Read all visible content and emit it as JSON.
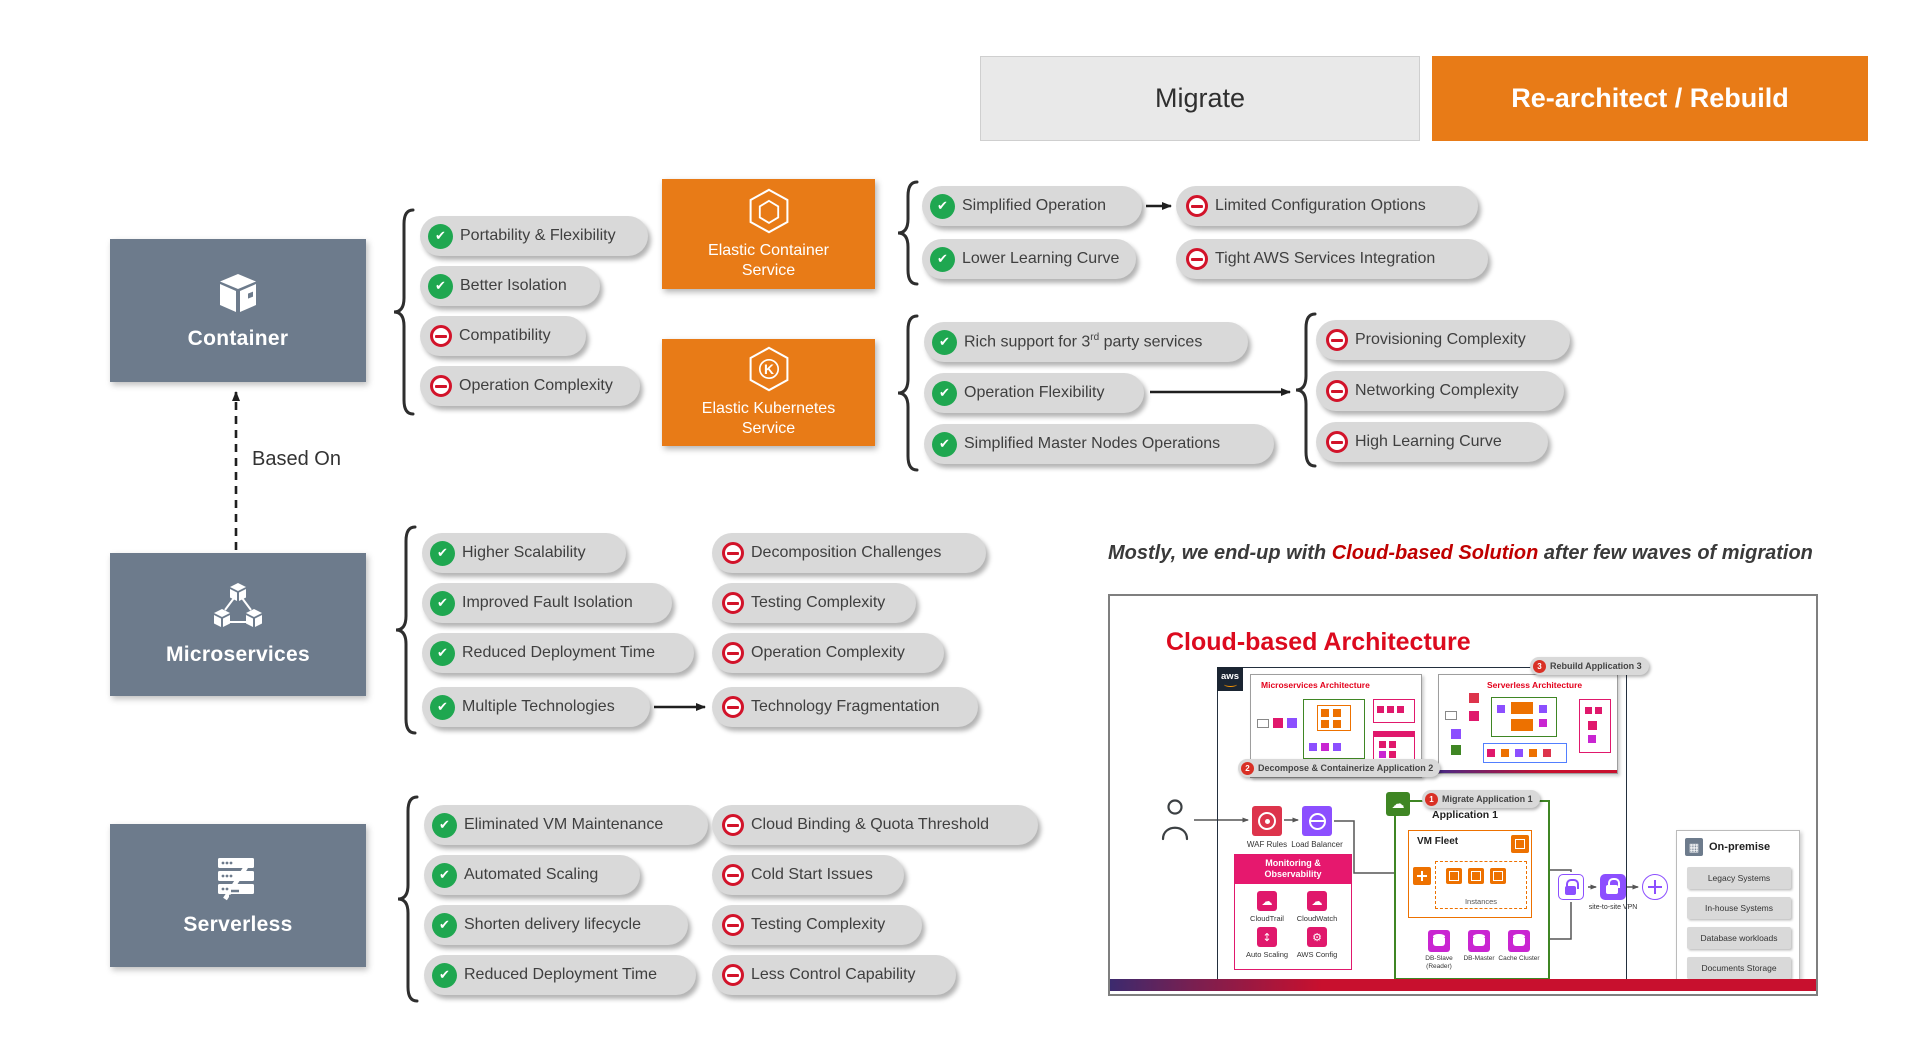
{
  "tabs": {
    "migrate": "Migrate",
    "rearchitect": "Re-architect / Rebuild"
  },
  "nodes": {
    "container": "Container",
    "microservices": "Microservices",
    "serverless": "Serverless",
    "based_on": "Based On"
  },
  "services": {
    "ecs": "Elastic Container Service",
    "eks": "Elastic Kubernetes Service"
  },
  "pills": {
    "c1": "Portability & Flexibility",
    "c2": "Better Isolation",
    "c3": "Compatibility",
    "c4": "Operation Complexity",
    "ecs_p1": "Simplified Operation",
    "ecs_c1": "Limited Configuration Options",
    "ecs_p2": "Lower Learning Curve",
    "ecs_c2": "Tight AWS Services Integration",
    "eks_p1_a": "Rich support for 3",
    "eks_p1_sup": "rd",
    "eks_p1_b": " party services",
    "eks_p2": "Operation Flexibility",
    "eks_p3": "Simplified Master Nodes Operations",
    "eks_c1": "Provisioning Complexity",
    "eks_c2": "Networking Complexity",
    "eks_c3": "High Learning Curve",
    "m_p1": "Higher Scalability",
    "m_p2": "Improved Fault Isolation",
    "m_p3": "Reduced Deployment Time",
    "m_p4": "Multiple Technologies",
    "m_c1": "Decomposition Challenges",
    "m_c2": "Testing Complexity",
    "m_c3": "Operation Complexity",
    "m_c4": "Technology Fragmentation",
    "s_p1": "Eliminated VM Maintenance",
    "s_p2": "Automated Scaling",
    "s_p3": "Shorten delivery lifecycle",
    "s_p4": "Reduced Deployment Time",
    "s_c1": "Cloud Binding & Quota Threshold",
    "s_c2": "Cold Start Issues",
    "s_c3": "Testing Complexity",
    "s_c4": "Less Control Capability"
  },
  "caption": {
    "part1": "Mostly, we end-up with ",
    "highlight": "Cloud-based Solution",
    "part2": " after few waves of migration"
  },
  "inset": {
    "title": "Cloud-based Architecture",
    "aws_logo": "aws",
    "micro_panel_label": "Microservices Architecture",
    "serverless_panel_label": "Serverless Architecture",
    "badge_rebuild_num": "3",
    "badge_rebuild": "Rebuild Application 3",
    "badge_decompose_num": "2",
    "badge_decompose": "Decompose & Containerize Application 2",
    "badge_migrate_num": "1",
    "badge_migrate": "Migrate Application 1",
    "waf": "WAF Rules",
    "lb": "Load Balancer",
    "monitoring_l1": "Monitoring &",
    "monitoring_l2": "Observability",
    "cloudtrail": "CloudTrail",
    "cloudwatch": "CloudWatch",
    "autoscaling": "Auto Scaling",
    "awsconfig": "AWS Config",
    "app1": "Application 1",
    "vmfleet": "VM Fleet",
    "instances": "Instances",
    "db_slave": "DB-Slave (Reader)",
    "db_master": "DB-Master",
    "cache": "Cache Cluster",
    "vpn": "site-to-site VPN",
    "onprem": "On-premise",
    "onprem_items": [
      "Legacy Systems",
      "In-house Systems",
      "Database workloads",
      "Documents Storage"
    ]
  },
  "colors": {
    "orange": "#E87B17",
    "slate": "#6D7B8C",
    "green": "#1FA750",
    "red": "#D2132A",
    "accent_red": "#DC0A1E"
  }
}
